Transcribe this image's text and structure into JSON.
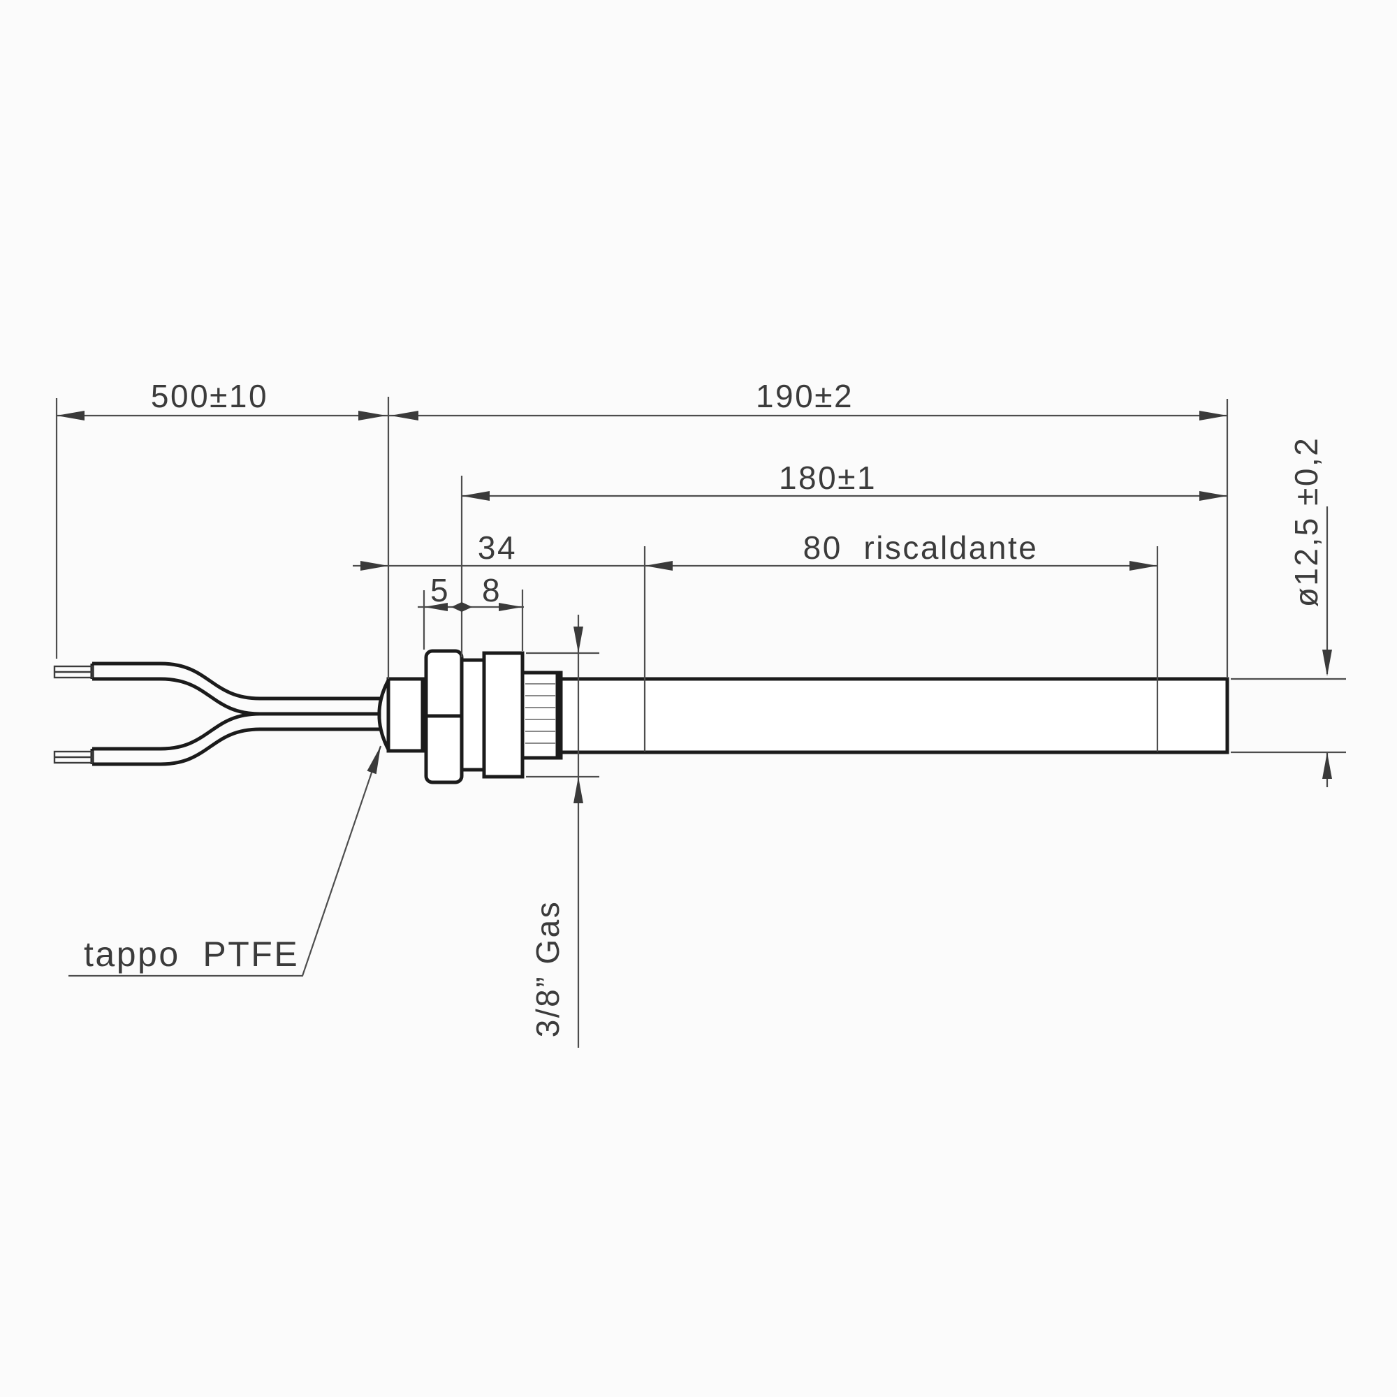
{
  "drawing": {
    "kind": "technical-dimension-drawing",
    "component": "cartridge-igniter-with-3-8-gas-fitting",
    "dimensions": {
      "cable_length": "500±10",
      "overall_length": "190±2",
      "immersion_length": "180±1",
      "fitting_length": "34",
      "hex_width": "5",
      "collar_width": "8",
      "heated_zone": "80  riscaldante",
      "rod_diameter": "ø12,5 ±0,2",
      "thread_size": "3/8” Gas"
    },
    "labels": {
      "plug": "tappo  PTFE"
    },
    "colors": {
      "background": "#fbfbfb",
      "part_outline": "#1b1b1b",
      "dimension_line": "#4d4d4d",
      "text": "#3b3b3b"
    }
  }
}
